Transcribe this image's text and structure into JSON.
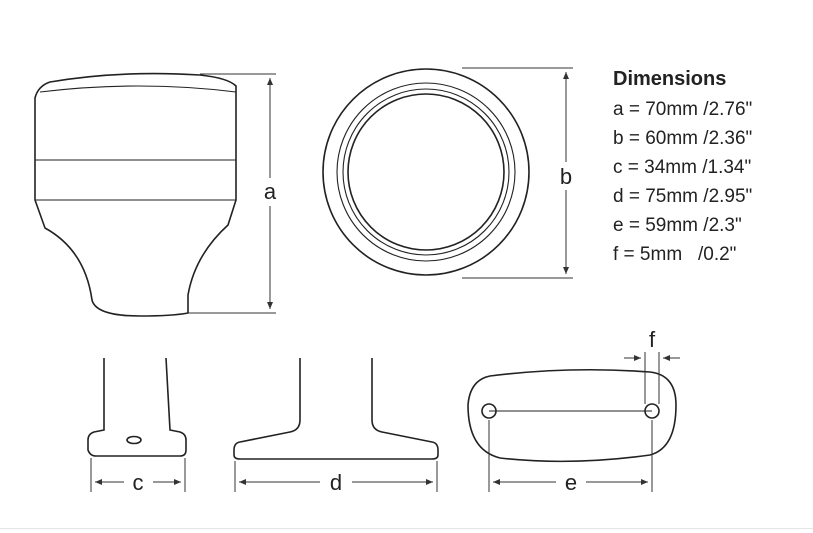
{
  "dimensions": {
    "title": "Dimensions",
    "rows": [
      "a = 70mm /2.76\"",
      "b = 60mm /2.36\"",
      "c = 34mm /1.34\"",
      "d = 75mm /2.95\"",
      "e = 59mm /2.3\"",
      "f = 5mm   /0.2\""
    ]
  },
  "labels": {
    "a": "a",
    "b": "b",
    "c": "c",
    "d": "d",
    "e": "e",
    "f": "f"
  }
}
